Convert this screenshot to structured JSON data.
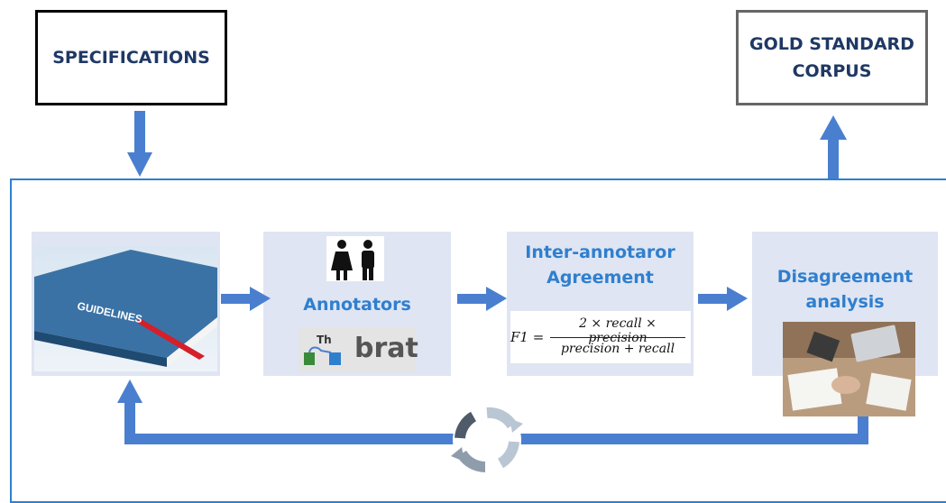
{
  "specifications": "SPECIFICATIONS",
  "gold_standard": "GOLD STANDARD\nCORPUS",
  "guidelines_book_label": "GUIDELINES",
  "annotators": {
    "title": "Annotators",
    "tool": "brat",
    "tool_logo_glyphs": "Th"
  },
  "agreement": {
    "title": "Inter-annotaror\nAgreement",
    "formula": {
      "lhs": "F1 =",
      "numerator": "2 × recall × precision",
      "denominator": "precision + recall"
    }
  },
  "disagreement": {
    "title": "Disagreement\nanalysis"
  },
  "colors": {
    "accent": "#4a7fd0",
    "frame": "#2f7fcf",
    "title_text": "#2f7fcf",
    "box_text": "#1f3864",
    "panel_bg": "#dfe5f2"
  },
  "icons": [
    "down-arrow-icon",
    "up-arrow-icon",
    "right-arrow-icon",
    "people-icon",
    "brat-logo-icon",
    "cycle-icon",
    "meeting-photo"
  ]
}
